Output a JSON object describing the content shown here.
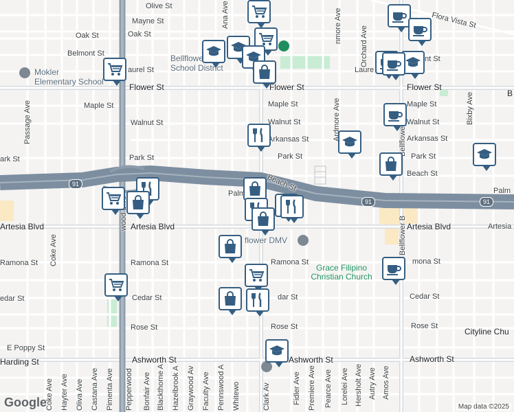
{
  "streets": {
    "olive": "Olive St",
    "mayne": "Mayne St",
    "oak_left": "Oak St",
    "oak_right": "Oak St",
    "belmont_left": "Belmont St",
    "belmont_right": "ont St",
    "laurel_left": "aurel St",
    "laurel_right": "Laure",
    "flower_left": "Flower St",
    "flower_mid": "Flower St",
    "flower_right": "Flower St",
    "flower_far": "B",
    "maple_left": "Maple St",
    "maple_mid": "Maple St",
    "maple_right": "Maple St",
    "walnut_left": "Walnut St",
    "walnut_mid": "Walnut St",
    "walnut_right": "Walnut St",
    "arkansas_mid": "Arkansas St",
    "arkansas_right": "Arkansas St",
    "park_left": "Park St",
    "park_farleft": "ark St",
    "park_mid": "Park St",
    "park_right": "Park St",
    "beach_mid": "Beach St",
    "beach_right": "Beach St",
    "palm_mid": "Palm",
    "palm_right": "Palm",
    "artesia_left": "Artesia Blvd",
    "artesia_mid": "Artesia Blvd",
    "artesia_right": "Artesia Blvd",
    "artesia_far": "Artesia",
    "ramona_left": "Ramona St",
    "ramona_mid": "Ramona St",
    "ramona_right": "mona St",
    "cedar_left": "Cedar St",
    "cedar_farleft": "edar St",
    "cedar_mid": "dar St",
    "cedar_right": "Cedar St",
    "rose_left": "Rose St",
    "rose_mid": "Rose St",
    "rose_right": "Rose St",
    "poppy": "E Poppy St",
    "harding": "Harding St",
    "ashworth_left": "Ashworth St",
    "ashworth_mid": "Ashworth St",
    "ashworth_right": "Ashworth St",
    "cityline": "Cityline Chu",
    "flora_vista": "Flora Vista St",
    "ana": "Ana Ave",
    "ardmore_top": "nmore Ave",
    "ardmore": "Ardmore Ave",
    "orchard": "Orchard Ave",
    "bixby": "Bixby Ave",
    "passage": "Passage Ave",
    "coke": "Coke Ave",
    "coke2": "Coke Ave",
    "hayter": "Hayter Ave",
    "oliva": "Oliva Ave",
    "castana": "Castana Ave",
    "pimenta": "Pimenta Ave",
    "wood_blvd": "wood Blvd",
    "peppertree": "Pepperwood",
    "bonfair": "Bonfair Ave",
    "blackthorne": "Blackthorne A",
    "hazelbrook": "Hazelbrook A",
    "graywood": "Graywood Av",
    "faculty": "Faculty Ave",
    "pennswood": "Pennswood A",
    "whitewood": "Whitewo",
    "clark": "Clark Av",
    "fidler": "Fidler Ave",
    "premiere": "Premiere Ave",
    "pearce": "Pearce Ave",
    "lorelei": "Lorelei Ave",
    "hersholt": "Hersholt Ave",
    "autry": "Autry Ave",
    "amos": "Amos Ave",
    "bellflower_blvd": "Bellflower Bl",
    "bellflower_blvd2": "Bellflower B",
    "fwy_left": "91",
    "fwy_mid": "91",
    "fwy_right": "91"
  },
  "places": {
    "school_district": "Bellflower\nSchool District",
    "mokler": "Mokler\nElementary School",
    "dmv": "flower DMV",
    "church": "Grace Filipino Christian Church"
  },
  "markers": [
    {
      "type": "shopping-cart"
    },
    {
      "type": "shopping-cart"
    },
    {
      "type": "shopping-cart"
    },
    {
      "type": "school"
    },
    {
      "type": "school"
    },
    {
      "type": "school"
    },
    {
      "type": "shopping-bag"
    },
    {
      "type": "cafe"
    },
    {
      "type": "cafe"
    },
    {
      "type": "cafe"
    },
    {
      "type": "school"
    },
    {
      "type": "shopping-cart"
    },
    {
      "type": "cafe"
    },
    {
      "type": "restaurant"
    },
    {
      "type": "school"
    },
    {
      "type": "cafe"
    },
    {
      "type": "shopping-bag"
    },
    {
      "type": "school"
    },
    {
      "type": "restaurant"
    },
    {
      "type": "shopping-cart"
    },
    {
      "type": "shopping-bag"
    },
    {
      "type": "shopping-bag"
    },
    {
      "type": "restaurant"
    },
    {
      "type": "restaurant"
    },
    {
      "type": "shopping-bag"
    },
    {
      "type": "shopping-bag"
    },
    {
      "type": "restaurant"
    },
    {
      "type": "cafe"
    },
    {
      "type": "shopping-cart"
    },
    {
      "type": "shopping-bag"
    },
    {
      "type": "restaurant"
    },
    {
      "type": "school"
    }
  ],
  "colors": {
    "background": "#f4f3f1",
    "freeway": "#7d8ea0",
    "marker_border": "#355e82",
    "park": "#c8ecd4",
    "commercial": "#fbe9c4"
  },
  "footer": {
    "logo": "Google",
    "attribution": "Map data ©2025"
  }
}
